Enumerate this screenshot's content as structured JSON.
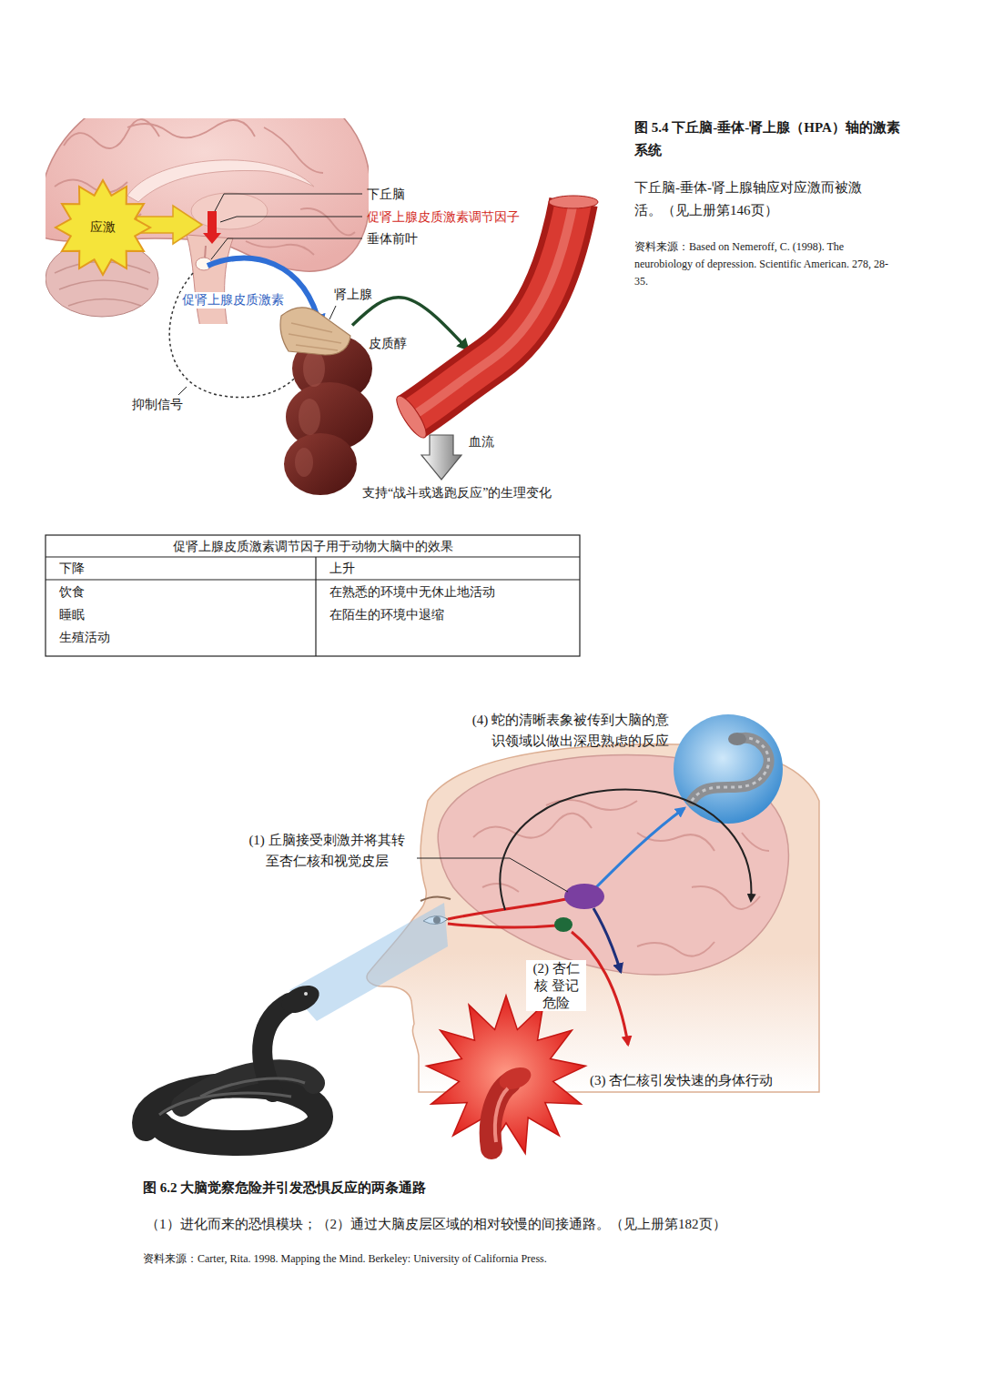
{
  "diagram": {
    "nodes": [
      {
        "text": [
          "应激"
        ]
      },
      {
        "text": [
          "肾上腺"
        ]
      },
      {
        "text": [
          "血流"
        ]
      }
    ],
    "edges": [
      {
        "from": 1,
        "to": 2,
        "arrow": "to",
        "label": "皮质醇"
      }
    ],
    "labels": [
      "下丘脑",
      "促肾上腺皮质激素调节因子",
      "垂体前叶",
      "促肾上腺皮质激素",
      "抑制信号",
      "支持“战斗或逃跑反应”的生理变化",
      "图 5.4 下丘脑-垂体-肾上腺（HPA）轴的激素系统",
      "下丘脑-垂体-肾上腺轴应对应激而被激活。（见上册第146页）",
      "资料来源：Based on Nemeroff, C. (1998). The neurobiology of depression. Scientific American. 278, 28-35.",
      "促肾上腺皮质激素调节因子用于动物大脑中的效果",
      "下降",
      "上升",
      "饮食",
      "在熟悉的环境中无休止地活动",
      "睡眠",
      "在陌生的环境中退缩",
      "生殖活动",
      "(4) 蛇的清晰表象被传到大脑的意识领域以做出深思熟虑的反应",
      "(1) 丘脑接受刺激并将其转至杏仁核和视觉皮层",
      "(2) 杏仁核 登记危险",
      "(3) 杏仁核引发快速的身体行动",
      "图 6.2 大脑觉察危险并引发恐惧反应的两条通路",
      "（1）进化而来的恐惧模块；（2）通过大脑皮层区域的相对较慢的间接通路。（见上册第182页）",
      "资料来源：Carter, Rita. 1998. Mapping the Mind. Berkeley: University of California Press."
    ]
  }
}
